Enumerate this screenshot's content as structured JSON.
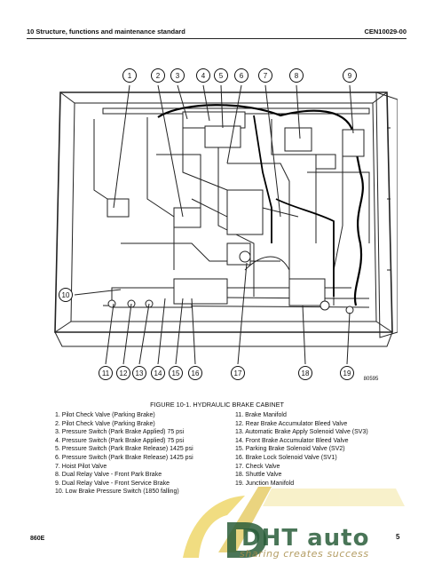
{
  "header": {
    "section": "10 Structure, functions and maintenance standard",
    "doc_number": "CEN10029-00"
  },
  "figure": {
    "callouts": [
      "1",
      "2",
      "3",
      "4",
      "5",
      "6",
      "7",
      "8",
      "9",
      "10",
      "11",
      "12",
      "13",
      "14",
      "15",
      "16",
      "17",
      "18",
      "19"
    ],
    "code": "80595",
    "caption": "FIGURE 10-1. HYDRAULIC BRAKE CABINET"
  },
  "legend_left": [
    "1. Pilot Check Valve (Parking Brake)",
    "2. Pilot Check Valve (Parking Brake)",
    "3. Pressure Switch (Park Brake Applied) 75 psi",
    "4. Pressure Switch (Park Brake Applied) 75 psi",
    "5. Pressure Switch (Park Brake Release) 1425 psi",
    "6. Pressure Switch (Park Brake Release) 1425 psi",
    "7. Hoist Pilot Valve",
    "8. Dual Relay Valve - Front Park Brake",
    "9. Dual Relay Valve - Front Service Brake",
    "10. Low Brake Pressure Switch (1850 falling)"
  ],
  "legend_right": [
    "11. Brake Manifold",
    "12. Rear Brake Accumulator Bleed Valve",
    "13. Automatic Brake Apply Solenoid Valve (SV3)",
    "14. Front Brake Accumulator Bleed Valve",
    "15. Parking Brake Solenoid Valve (SV2)",
    "16. Brake Lock Solenoid Valve (SV1)",
    "17. Check Valve",
    "18. Shuttle Valve",
    "19. Junction Manifold"
  ],
  "footer": {
    "model": "860E",
    "page": "5"
  },
  "watermark": {
    "brand": "DHT auto",
    "tagline": "sharing creates success"
  }
}
